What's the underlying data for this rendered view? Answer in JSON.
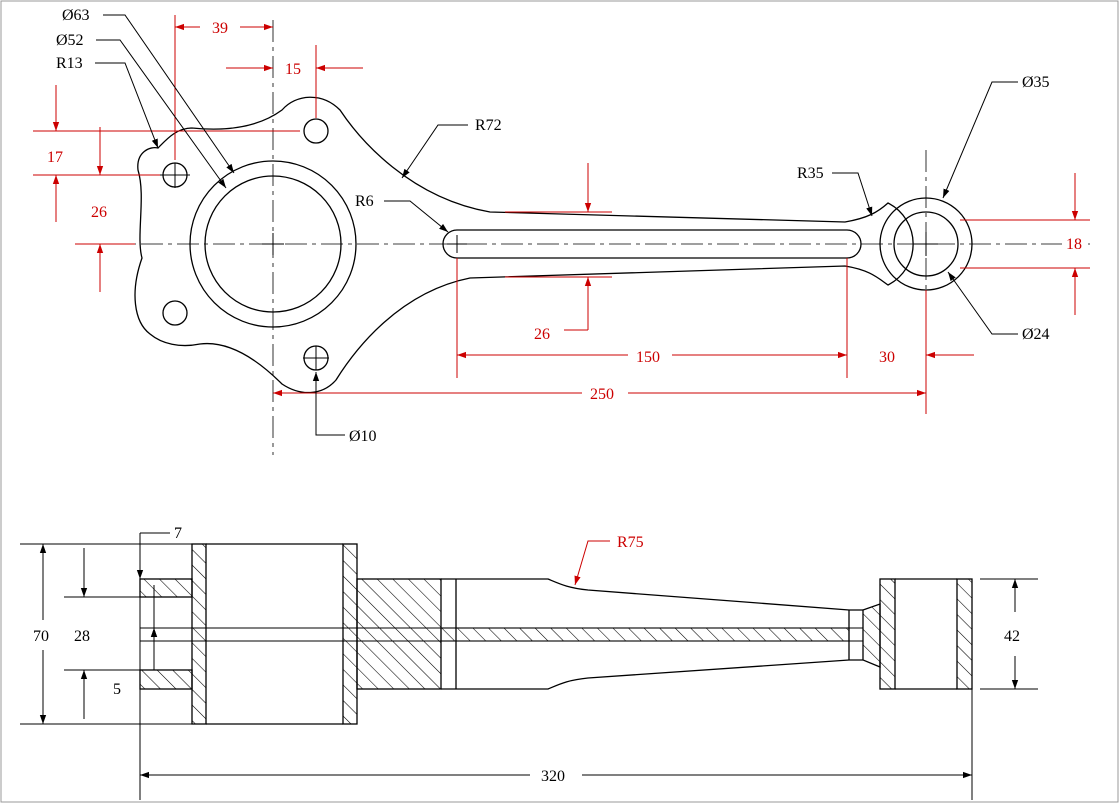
{
  "colors": {
    "dimension": "#cc0000",
    "outline": "#000000",
    "background": "#ffffff"
  },
  "top_view": {
    "labels": {
      "d63": "Ø63",
      "d52": "Ø52",
      "r13": "R13",
      "r72": "R72",
      "r6": "R6",
      "r35": "R35",
      "d35": "Ø35",
      "d24": "Ø24",
      "d10": "Ø10"
    },
    "dims": {
      "d39": "39",
      "d15": "15",
      "d17": "17",
      "d26_left": "26",
      "d26_slot": "26",
      "d150": "150",
      "d30": "30",
      "d250": "250",
      "d18": "18"
    }
  },
  "section_view": {
    "dims": {
      "d7": "7",
      "d70": "70",
      "d28": "28",
      "d5": "5",
      "d42": "42",
      "d320": "320",
      "r75": "R75"
    }
  }
}
